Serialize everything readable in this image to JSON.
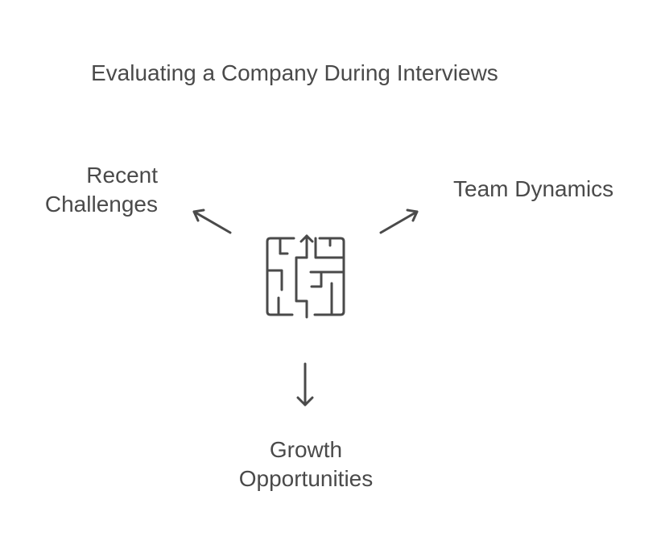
{
  "diagram": {
    "title": "Evaluating a Company During Interviews",
    "center_icon": "maze-icon",
    "branches": [
      {
        "id": "left",
        "lines": [
          "Recent",
          "Challenges"
        ],
        "arrow": "up-left"
      },
      {
        "id": "right",
        "lines": [
          "Team Dynamics"
        ],
        "arrow": "up-right"
      },
      {
        "id": "bottom",
        "lines": [
          "Growth",
          "Opportunities"
        ],
        "arrow": "down"
      }
    ],
    "colors": {
      "text": "#4a4a4a",
      "stroke": "#4a4a4a",
      "background": "#ffffff"
    }
  }
}
